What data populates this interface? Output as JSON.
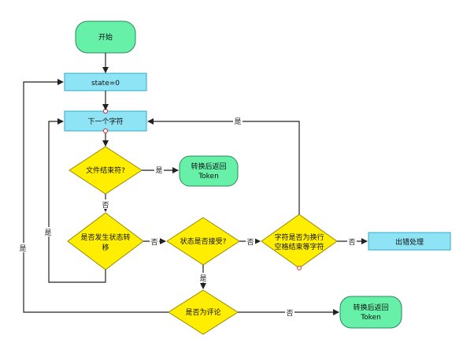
{
  "nodes": {
    "start": "开始",
    "state0": "state=0",
    "next_char": "下一个字符",
    "file_end": "文件结束符?",
    "convert_return_1": [
      "转换后返回",
      "Token"
    ],
    "state_transition": [
      "是否发生状态转",
      "移"
    ],
    "state_accept": "状态是否接受?",
    "char_check": [
      "字符是否为换行",
      "空格结束等字符"
    ],
    "error": "出错处理",
    "is_comment": "是否为评论",
    "convert_return_2": [
      "转换后返回",
      "Token"
    ]
  },
  "edges": {
    "yes": "是",
    "no": "否"
  },
  "colors": {
    "terminal_fill": "#66f0a8",
    "process_fill": "#8ee4f4",
    "process_stroke": "#33aacc",
    "decision_fill": "#ffee00",
    "decision_stroke": "#998800",
    "terminal_stroke": "#2a8a5a"
  }
}
